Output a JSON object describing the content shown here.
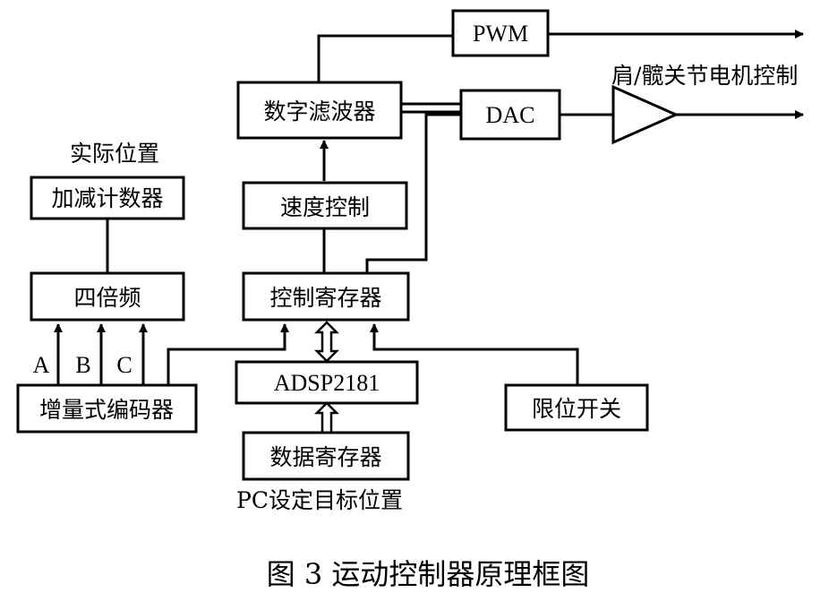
{
  "blocks": {
    "pwm": "PWM",
    "digital_filter": "数字滤波器",
    "dac": "DAC",
    "speed_control": "速度控制",
    "control_register": "控制寄存器",
    "adsp": "ADSP2181",
    "data_register": "数据寄存器",
    "counter": "加减计数器",
    "quadrupler": "四倍频",
    "encoder": "增量式编码器",
    "limit_switch": "限位开关"
  },
  "labels": {
    "actual_position": "实际位置",
    "motor_control": "肩/髋关节电机控制",
    "pc_target": "PC设定目标位置",
    "signal_a": "A",
    "signal_b": "B",
    "signal_c": "C"
  },
  "caption": "图 3 运动控制器原理框图"
}
